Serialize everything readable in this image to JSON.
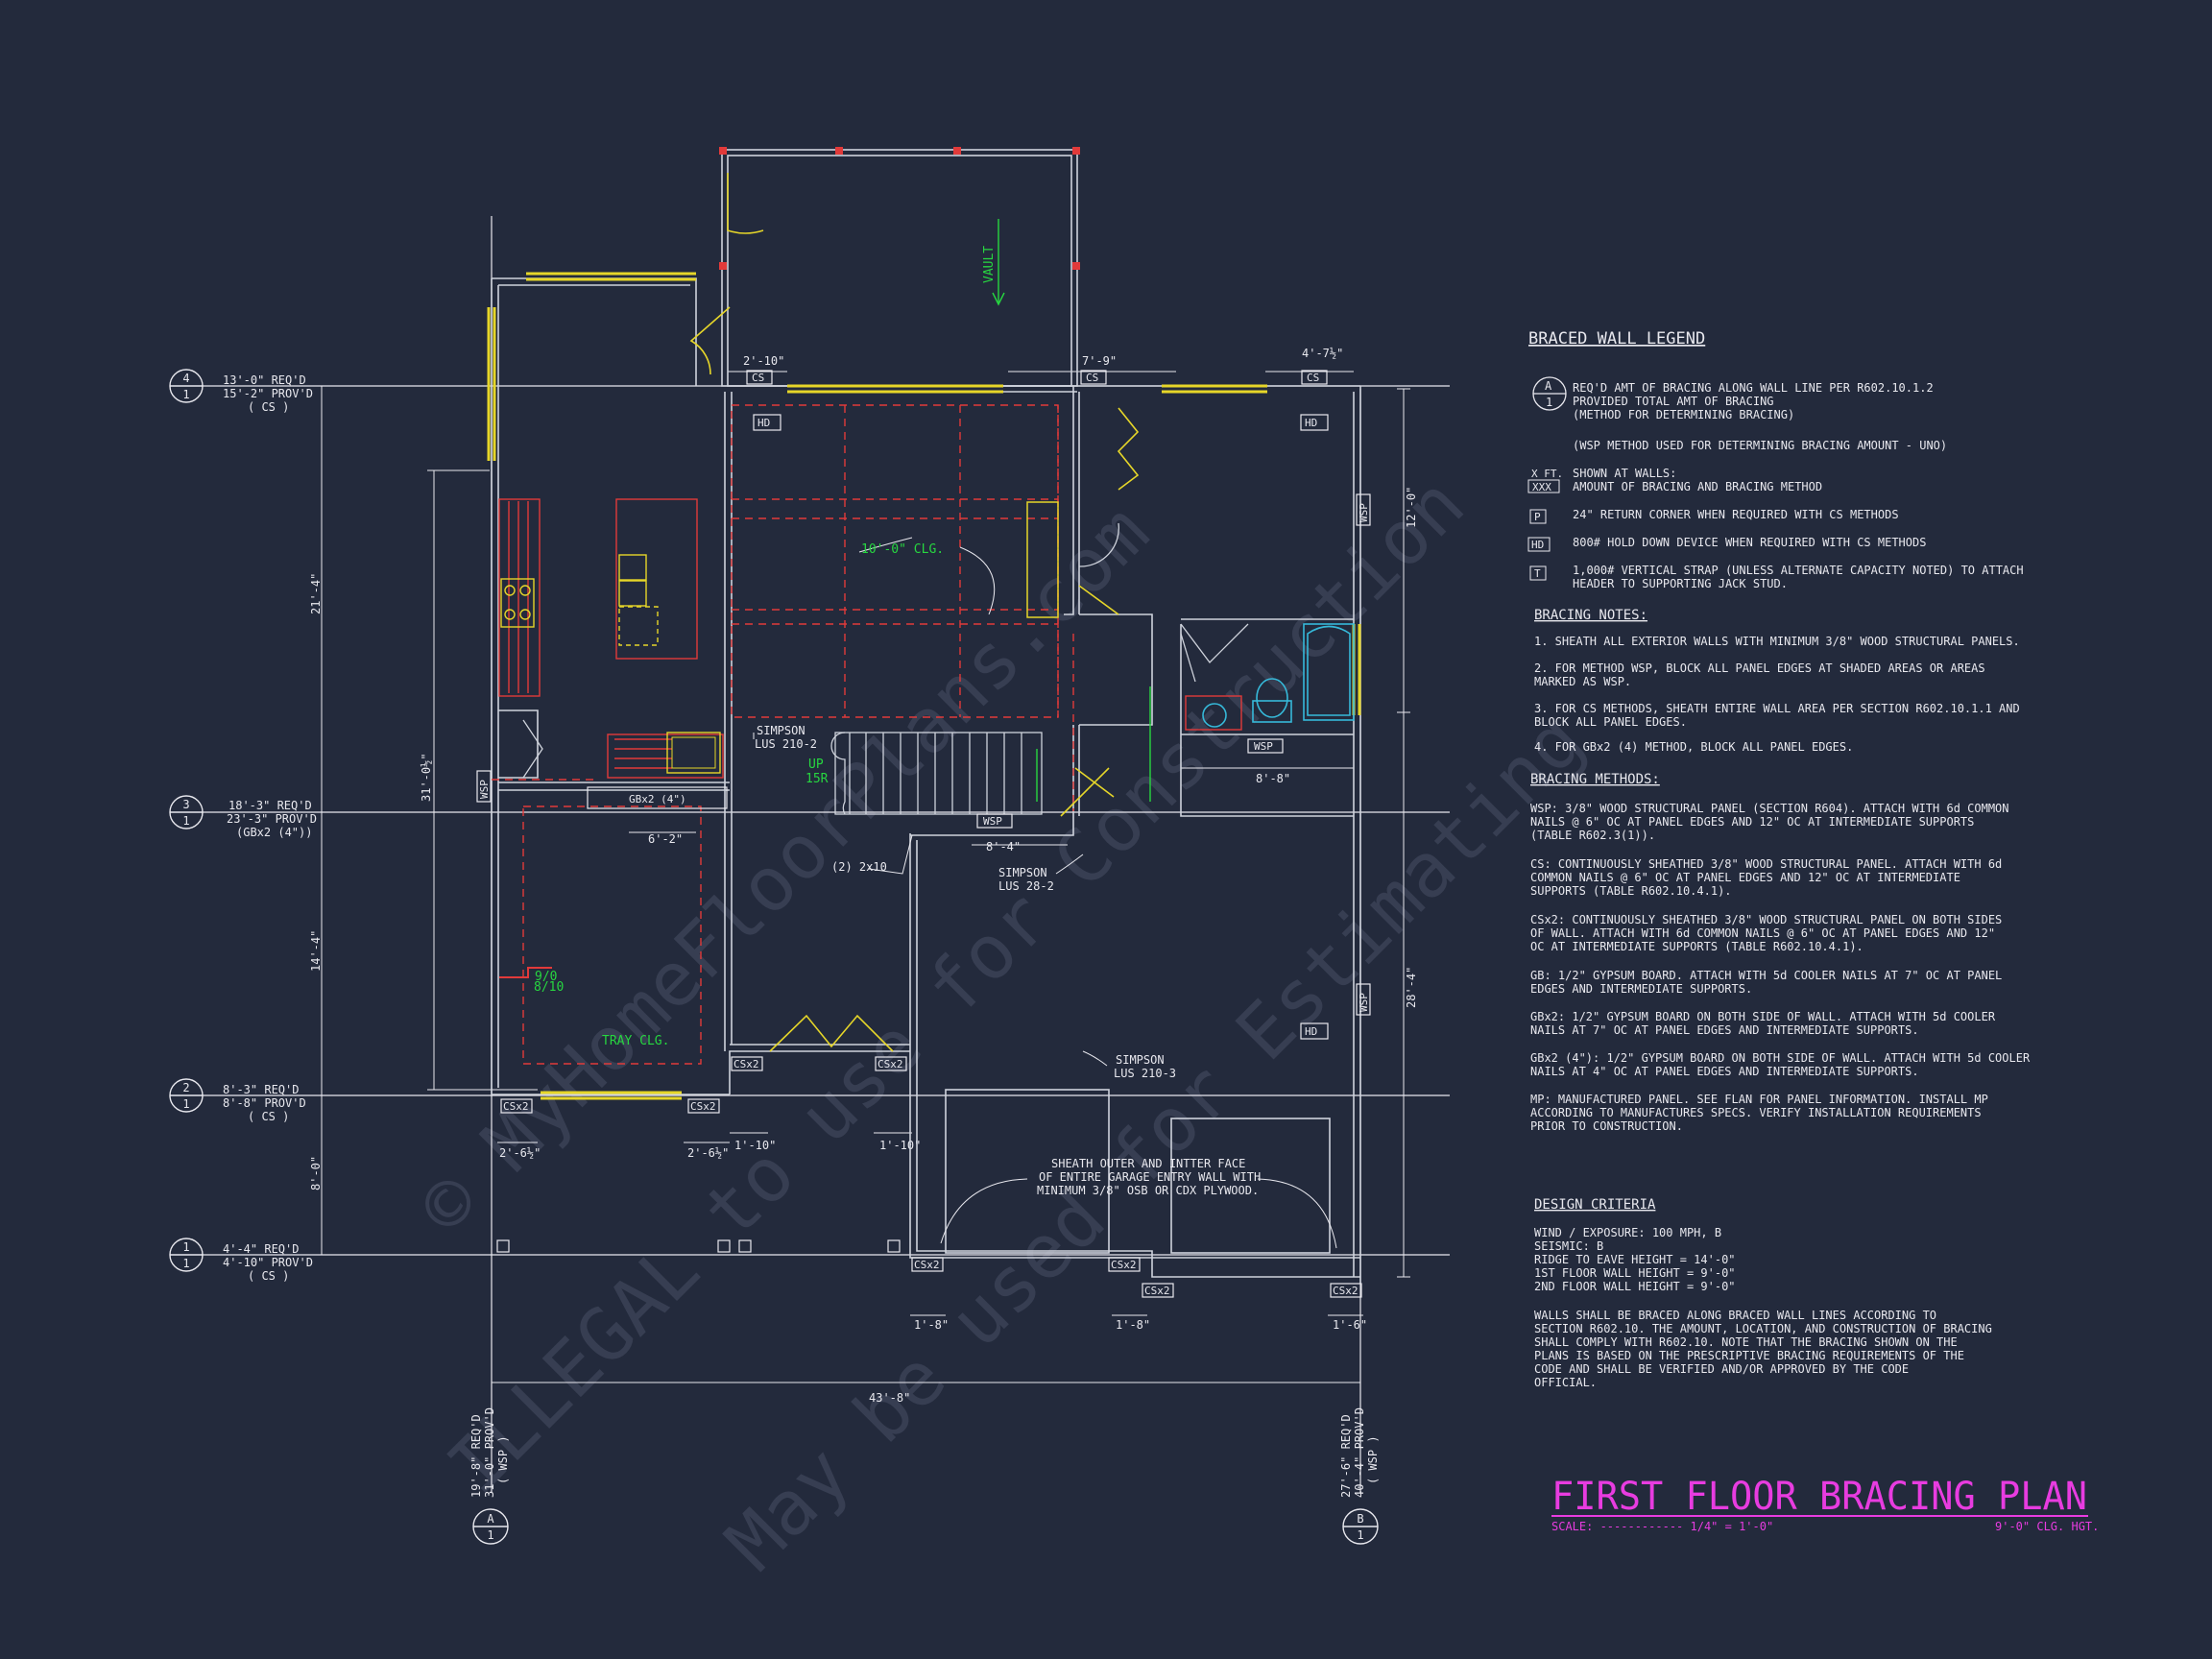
{
  "colors": {
    "background": "#232a3c",
    "linework": "#e8e8ee",
    "wall": "#cfd3dc",
    "red": "#e23a3a",
    "yellow": "#e6d629",
    "green": "#27d640",
    "magenta": "#e83ce0",
    "cyan": "#36b9d9",
    "watermark": "#3a4155"
  },
  "title": {
    "main": "FIRST FLOOR BRACING PLAN",
    "scale_label": "SCALE: ------------ 1/4\" = 1'-0\"",
    "ceiling": "9'-0\" CLG. HGT."
  },
  "watermark": {
    "line1": "© MyHomeFloorPlans.com",
    "line2": "ILLEGAL to use for Construction",
    "line3": "May be used for Estimating"
  },
  "wall_lines": [
    {
      "num": "4",
      "sheet": "1",
      "req": "13'-0\" REQ'D",
      "prov": "15'-2\" PROV'D",
      "method": "( CS )"
    },
    {
      "num": "3",
      "sheet": "1",
      "req": "18'-3\" REQ'D",
      "prov": "23'-3\" PROV'D",
      "method": "(GBx2 (4\"))"
    },
    {
      "num": "2",
      "sheet": "1",
      "req": "8'-3\" REQ'D",
      "prov": "8'-8\" PROV'D",
      "method": "( CS )"
    },
    {
      "num": "1",
      "sheet": "1",
      "req": "4'-4\" REQ'D",
      "prov": "4'-10\" PROV'D",
      "method": "( CS )"
    }
  ],
  "bottom_lines": [
    {
      "id": "A",
      "sheet": "1",
      "req": "19'-8\" REQ'D",
      "prov": "31'-0\" PROV'D",
      "method": "( WSP )"
    },
    {
      "id": "B",
      "sheet": "1",
      "req": "27'-6\" REQ'D",
      "prov": "40'-4\" PROV'D",
      "method": "( WSP )"
    }
  ],
  "dimensions": {
    "left_21_4": "21'-4\"",
    "left_31_0": "31'-0½\"",
    "left_14_4": "14'-4\"",
    "left_8_0": "8'-0\"",
    "right_12_0": "12'-0\"",
    "right_28_4": "28'-4\"",
    "overall": "43'-8\"",
    "d_2_10": "2'-10\"",
    "d_7_9": "7'-9\"",
    "d_4_7": "4'-7½\"",
    "d_6_2": "6'-2\"",
    "d_8_4": "8'-4\"",
    "d_8_8": "8'-8\"",
    "d_2_6a": "2'-6½\"",
    "d_2_6b": "2'-6½\"",
    "d_1_10a": "1'-10\"",
    "d_1_10b": "1'-10\"",
    "d_1_8a": "1'-8\"",
    "d_1_8b": "1'-8\"",
    "d_1_6": "1'-6\""
  },
  "plan_labels": {
    "vault": "VAULT",
    "clg10": "10'-0\" CLG.",
    "tray": "TRAY CLG.",
    "up": "UP",
    "risers": "15R",
    "h810": "8/10",
    "h910": "9/0",
    "simpson1a": "SIMPSON",
    "simpson1b": "LUS 210-2",
    "simpson2a": "SIMPSON",
    "simpson2b": "LUS 28-2",
    "simpson3a": "SIMPSON",
    "simpson3b": "LUS 210-3",
    "beam": "(2) 2x10",
    "gbx2": "GBx2 (4\")",
    "sheath1": "SHEATH OUTER AND INTTER FACE",
    "sheath2": "OF ENTIRE GARAGE ENTRY WALL WITH",
    "sheath3": "MINIMUM 3/8\" OSB OR CDX PLYWOOD."
  },
  "tags": {
    "hd": "HD",
    "cs": "CS",
    "wsp": "WSP",
    "csx2": "CSx2"
  },
  "legend": {
    "title": "BRACED WALL LEGEND",
    "tag_a": "A",
    "tag_1": "1",
    "tag_desc": [
      "REQ'D AMT OF BRACING ALONG WALL LINE PER R602.10.1.2",
      "PROVIDED TOTAL AMT OF BRACING",
      "(METHOD FOR DETERMINING BRACING)"
    ],
    "wsp_note": "(WSP METHOD USED FOR DETERMINING BRACING AMOUNT - UNO)",
    "xft": "X FT.",
    "xxx": "XXX",
    "shown": "SHOWN AT WALLS:",
    "shown2": "AMOUNT OF BRACING AND BRACING METHOD",
    "p_sym": "P",
    "p_desc": "24\" RETURN CORNER WHEN REQUIRED WITH CS METHODS",
    "hd_sym": "HD",
    "hd_desc": "800# HOLD DOWN DEVICE WHEN REQUIRED WITH CS METHODS",
    "t_sym": "T",
    "t_desc1": "1,000# VERTICAL STRAP (UNLESS ALTERNATE CAPACITY NOTED) TO ATTACH",
    "t_desc2": "HEADER TO SUPPORTING JACK STUD."
  },
  "notes": {
    "title": "BRACING NOTES:",
    "items": [
      [
        "1. SHEATH ALL EXTERIOR WALLS WITH MINIMUM 3/8\" WOOD STRUCTURAL PANELS."
      ],
      [
        "2. FOR METHOD WSP, BLOCK ALL PANEL EDGES AT SHADED AREAS OR AREAS",
        "MARKED AS WSP."
      ],
      [
        "3. FOR CS METHODS, SHEATH ENTIRE WALL AREA PER SECTION R602.10.1.1 AND",
        "BLOCK ALL PANEL EDGES."
      ],
      [
        "4. FOR GBx2 (4) METHOD, BLOCK ALL PANEL EDGES."
      ]
    ]
  },
  "methods": {
    "title": "BRACING METHODS:",
    "items": [
      [
        "WSP: 3/8\" WOOD STRUCTURAL PANEL (SECTION R604). ATTACH WITH 6d COMMON",
        "NAILS @ 6\" OC AT PANEL EDGES AND 12\" OC AT INTERMEDIATE SUPPORTS",
        "(TABLE R602.3(1))."
      ],
      [
        "CS: CONTINUOUSLY SHEATHED 3/8\" WOOD STRUCTURAL PANEL. ATTACH WITH 6d",
        "COMMON NAILS @ 6\" OC AT PANEL EDGES AND 12\" OC AT INTERMEDIATE",
        "SUPPORTS (TABLE R602.10.4.1)."
      ],
      [
        "CSx2: CONTINUOUSLY SHEATHED 3/8\" WOOD STRUCTURAL PANEL ON BOTH SIDES",
        "OF WALL. ATTACH WITH 6d COMMON NAILS @ 6\" OC AT PANEL EDGES AND 12\"",
        "OC AT INTERMEDIATE SUPPORTS (TABLE R602.10.4.1)."
      ],
      [
        "GB: 1/2\" GYPSUM BOARD. ATTACH WITH 5d COOLER NAILS AT 7\" OC AT PANEL",
        "EDGES AND INTERMEDIATE SUPPORTS."
      ],
      [
        "GBx2: 1/2\" GYPSUM BOARD ON BOTH SIDE OF WALL. ATTACH WITH 5d COOLER",
        "NAILS AT 7\" OC AT PANEL EDGES AND INTERMEDIATE SUPPORTS."
      ],
      [
        "GBx2 (4\"): 1/2\" GYPSUM BOARD ON BOTH SIDE OF WALL. ATTACH WITH 5d COOLER",
        "NAILS AT 4\" OC AT PANEL EDGES AND INTERMEDIATE SUPPORTS."
      ],
      [
        "MP: MANUFACTURED PANEL. SEE FLAN FOR PANEL INFORMATION. INSTALL MP",
        "ACCORDING TO MANUFACTURES SPECS. VERIFY INSTALLATION REQUIREMENTS",
        "PRIOR TO CONSTRUCTION."
      ]
    ]
  },
  "design": {
    "title": "DESIGN CRITERIA",
    "lines": [
      "WIND / EXPOSURE: 100 MPH, B",
      "SEISMIC: B",
      "RIDGE TO EAVE HEIGHT = 14'-0\"",
      "1ST FLOOR WALL HEIGHT = 9'-0\"",
      "2ND FLOOR WALL HEIGHT = 9'-0\""
    ],
    "para": [
      "WALLS SHALL BE BRACED ALONG BRACED WALL LINES ACCORDING TO",
      "SECTION R602.10. THE AMOUNT, LOCATION, AND CONSTRUCTION OF BRACING",
      "SHALL COMPLY WITH R602.10. NOTE THAT THE BRACING SHOWN ON THE",
      "PLANS IS BASED ON THE PRESCRIPTIVE BRACING REQUIREMENTS OF THE",
      "CODE AND SHALL BE VERIFIED AND/OR APPROVED BY THE CODE",
      "OFFICIAL."
    ]
  }
}
